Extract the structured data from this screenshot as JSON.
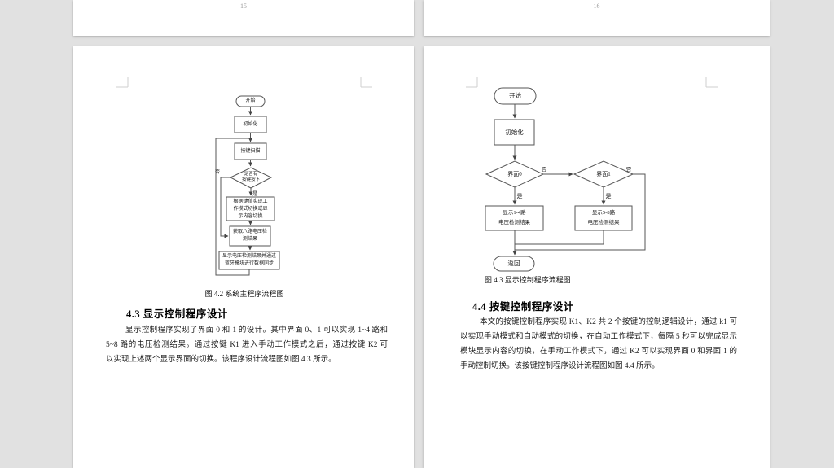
{
  "prev_pages": {
    "left_page_number": "15",
    "right_page_number": "16"
  },
  "left_page": {
    "flowchart": {
      "start": "开始",
      "init": "初始化",
      "scan": "按键扫描",
      "decision_line1": "是否有",
      "decision_line2": "按键按下",
      "no_label": "否",
      "yes_label": "是",
      "box1_line1": "根据键值实现工",
      "box1_line2": "作模式切换或显",
      "box1_line3": "示内容切换",
      "box2_line1": "获取八路电压检",
      "box2_line2": "测结果",
      "box3_line1": "显示电压检测结果并通过",
      "box3_line2": "蓝牙模块进行数据同步"
    },
    "caption": "图 4.2 系统主程序流程图",
    "heading": "4.3 显示控制程序设计",
    "paragraph_lines": [
      "显示控制程序实现了界面 0 和 1 的设计。其中界面 0、1 可以实现 1~4 路和",
      "5~8 路的电压检测结果。通过按键 K1 进入手动工作模式之后，通过按键 K2 可",
      "以实现上述两个显示界面的切换。该程序设计流程图如图 4.3 所示。"
    ]
  },
  "right_page": {
    "flowchart": {
      "start": "开始",
      "init": "初始化",
      "decision0": "界面0",
      "decision1": "界面1",
      "no0": "否",
      "no1": "否",
      "yes0": "是",
      "yes1": "是",
      "box1_line1": "显示1-4路",
      "box1_line2": "电压检测结果",
      "box2_line1": "显示5-8路",
      "box2_line2": "电压检测结果",
      "return": "返回"
    },
    "caption": "图 4.3 显示控制程序流程图",
    "heading": "4.4 按键控制程序设计",
    "paragraph_lines": [
      "本文的按键控制程序实现 K1、K2 共 2 个按键的控制逻辑设计，通过 k1 可",
      "以实现手动模式和自动模式的切换，在自动工作模式下，每隔 5 秒可以完成显示",
      "模块显示内容的切换，在手动工作模式下，通过 K2 可以实现界面 0 和界面 1 的",
      "手动控制切换。该按键控制程序设计流程图如图 4.4 所示。"
    ]
  },
  "colors": {
    "background": "#e1e1e1",
    "page": "#ffffff",
    "line": "#555555"
  }
}
